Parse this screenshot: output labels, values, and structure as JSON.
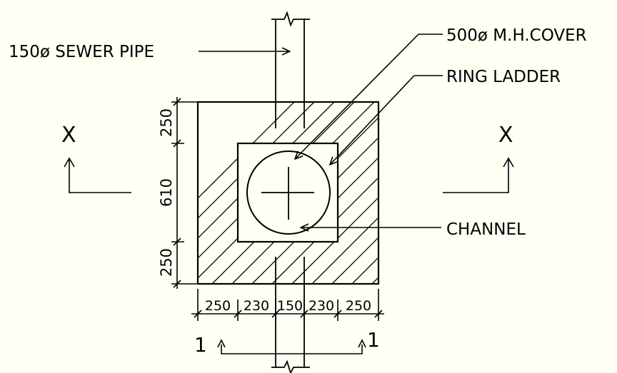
{
  "labels": {
    "sewer_pipe": "150ø SEWER PIPE",
    "mh_cover": "500ø M.H.COVER",
    "ring_ladder": "RING LADDER",
    "channel": "CHANNEL"
  },
  "section_marks": {
    "x_left": "X",
    "x_right": "X",
    "one_left": "1",
    "one_right": "1"
  },
  "dimensions": {
    "vertical": [
      "250",
      "610",
      "250"
    ],
    "horizontal": [
      "250",
      "230",
      "150",
      "230",
      "250"
    ]
  },
  "colors": {
    "line": "#000000",
    "background": "#fffff4"
  }
}
